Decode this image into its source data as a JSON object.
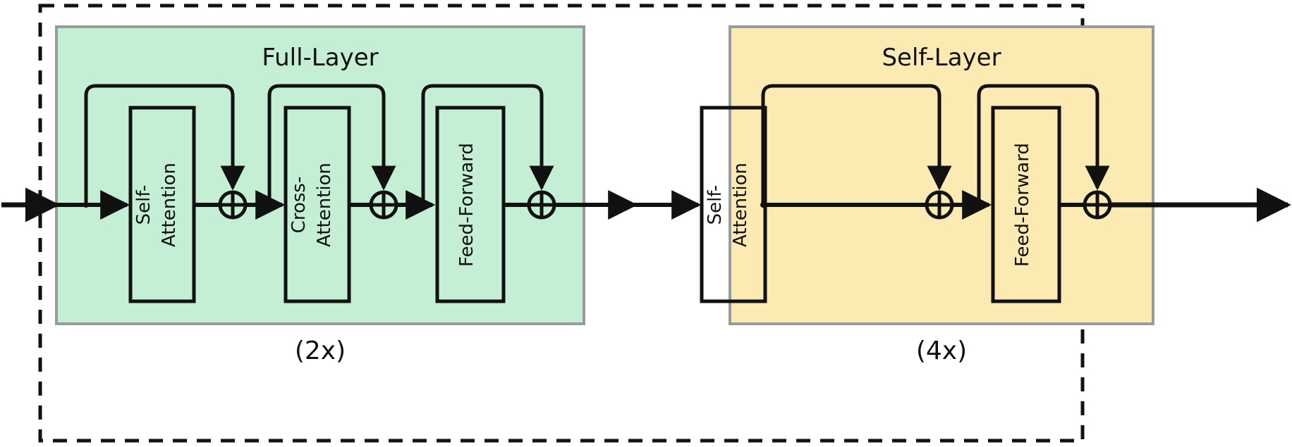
{
  "figure": {
    "type": "architecture-diagram",
    "title_visible": false,
    "outer_border_style": "dashed",
    "colors": {
      "full_layer_fill": "#c4efd4",
      "self_layer_fill": "#fbeab2",
      "panel_border": "#9b9b9b",
      "stroke": "#111111",
      "background": "#ffffff"
    }
  },
  "panels": [
    {
      "id": "full-layer",
      "title": "Full-Layer",
      "repeat_caption": "(2x)",
      "fill": "#c4efd4",
      "blocks": [
        {
          "id": "self-attention",
          "line1": "Self-",
          "line2": "Attention"
        },
        {
          "id": "cross-attention",
          "line1": "Cross-",
          "line2": "Attention"
        },
        {
          "id": "feed-forward",
          "line1": "Feed-Forward",
          "line2": ""
        }
      ],
      "residual_adds": 3,
      "add_symbol": "⊕"
    },
    {
      "id": "self-layer",
      "title": "Self-Layer",
      "repeat_caption": "(4x)",
      "fill": "#fbeab2",
      "blocks": [
        {
          "id": "self-attention",
          "line1": "Self-",
          "line2": "Attention"
        },
        {
          "id": "feed-forward",
          "line1": "Feed-Forward",
          "line2": ""
        }
      ],
      "residual_adds": 2,
      "add_symbol": "⊕"
    }
  ],
  "flow": {
    "input_arrow": "left-to-right",
    "output_arrow": "left-to-right",
    "inter_panel_arrow": true
  }
}
